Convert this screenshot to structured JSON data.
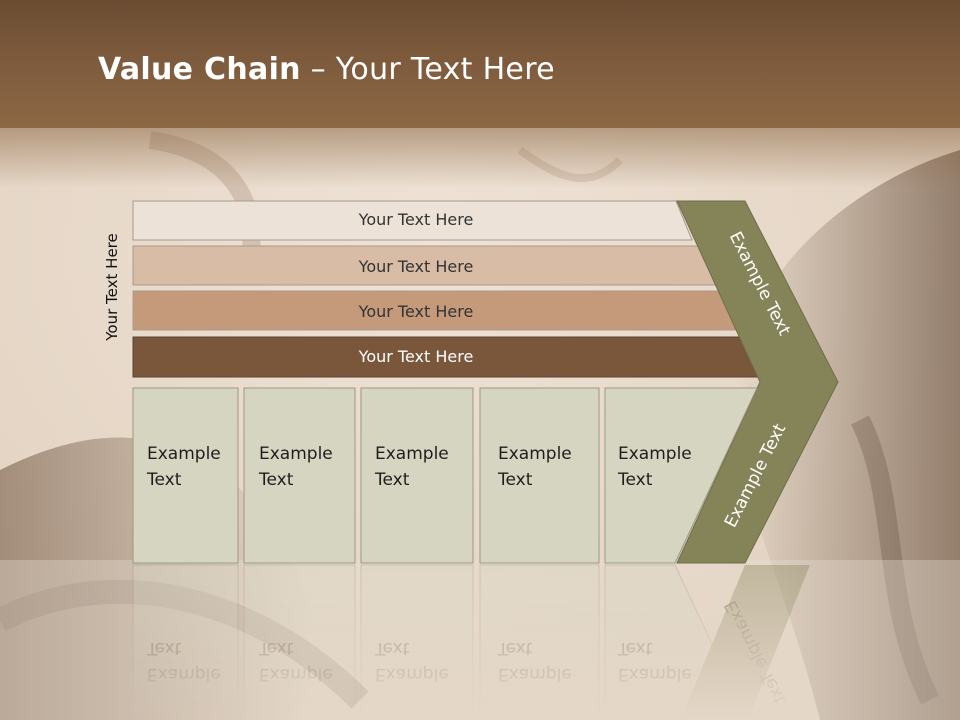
{
  "slide": {
    "title_bold": "Value Chain",
    "title_rest": " – Your Text Here",
    "side_label": "Your Text Here"
  },
  "bars": [
    {
      "label": "Your Text Here",
      "fill": "#ede2d7",
      "text_color": "#333333"
    },
    {
      "label": "Your Text Here",
      "fill": "#d9bca6",
      "text_color": "#333333"
    },
    {
      "label": "Your Text Here",
      "fill": "#c59a7a",
      "text_color": "#333333"
    },
    {
      "label": "Your Text Here",
      "fill": "#7a573b",
      "text_color": "#ffffff"
    }
  ],
  "boxes": [
    {
      "line1": "Example",
      "line2": "Text"
    },
    {
      "line1": "Example",
      "line2": "Text"
    },
    {
      "line1": "Example",
      "line2": "Text"
    },
    {
      "line1": "Example",
      "line2": "Text"
    },
    {
      "line1": "Example",
      "line2": "Text"
    }
  ],
  "chevron": {
    "upper_label": "Example Text",
    "lower_label": "Example Text",
    "fill": "#858358"
  },
  "colors": {
    "header": "#7d5a3c",
    "box_fill": "#d6d5c1",
    "box_stroke": "#9c9784"
  }
}
